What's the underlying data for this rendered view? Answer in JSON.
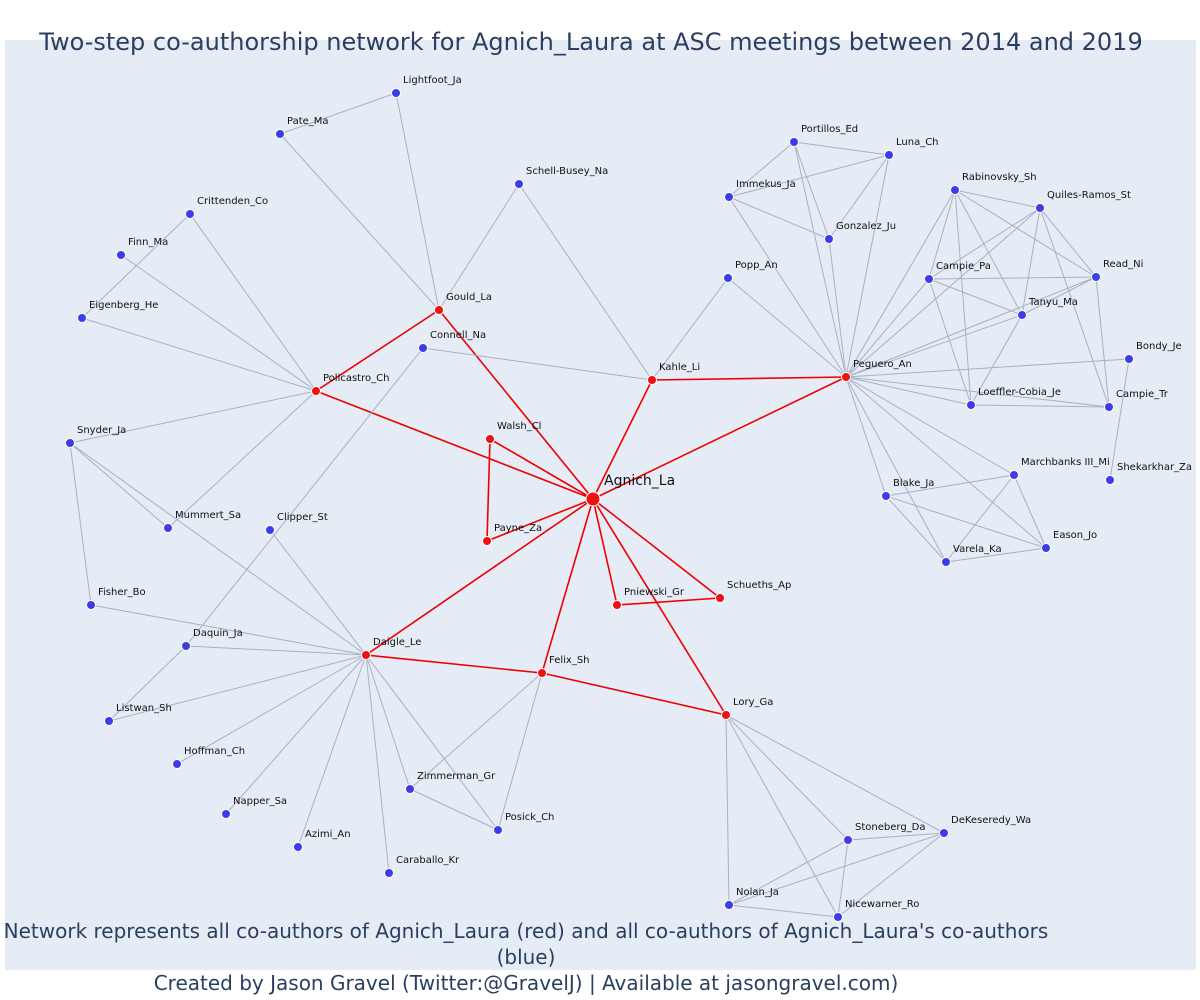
{
  "title": "Two-step co-authorship network for Agnich_Laura at ASC meetings between 2014 and 2019",
  "footer": {
    "line1": "Network represents all co-authors of Agnich_Laura (red) and all co-authors of Agnich_Laura's co-authors (blue)",
    "line2": "Created by Jason Gravel (Twitter:@GravelJ) | Available at jasongravel.com)"
  },
  "colors": {
    "focal": "#ee1111",
    "coauthor": "#ee1111",
    "second": "#3c3ce8",
    "edge_red": "#ee0000",
    "edge_grey": "#aab0c2",
    "background": "#e5ecf6"
  },
  "nodes": [
    {
      "id": "Agnich_La",
      "group": "focal"
    },
    {
      "id": "Gould_La",
      "group": "coauthor"
    },
    {
      "id": "Policastro_Ch",
      "group": "coauthor"
    },
    {
      "id": "Kahle_Li",
      "group": "coauthor"
    },
    {
      "id": "Peguero_An",
      "group": "coauthor"
    },
    {
      "id": "Walsh_Cl",
      "group": "coauthor"
    },
    {
      "id": "Payne_Za",
      "group": "coauthor"
    },
    {
      "id": "Pniewski_Gr",
      "group": "coauthor"
    },
    {
      "id": "Schueths_Ap",
      "group": "coauthor"
    },
    {
      "id": "Daigle_Le",
      "group": "coauthor"
    },
    {
      "id": "Felix_Sh",
      "group": "coauthor"
    },
    {
      "id": "Lory_Ga",
      "group": "coauthor"
    },
    {
      "id": "Lightfoot_Ja",
      "group": "second"
    },
    {
      "id": "Pate_Ma",
      "group": "second"
    },
    {
      "id": "Schell-Busey_Na",
      "group": "second"
    },
    {
      "id": "Crittenden_Co",
      "group": "second"
    },
    {
      "id": "Finn_Ma",
      "group": "second"
    },
    {
      "id": "Eigenberg_He",
      "group": "second"
    },
    {
      "id": "Connell_Na",
      "group": "second"
    },
    {
      "id": "Snyder_Ja",
      "group": "second"
    },
    {
      "id": "Mummert_Sa",
      "group": "second"
    },
    {
      "id": "Clipper_St",
      "group": "second"
    },
    {
      "id": "Fisher_Bo",
      "group": "second"
    },
    {
      "id": "Daquin_Ja",
      "group": "second"
    },
    {
      "id": "Listwan_Sh",
      "group": "second"
    },
    {
      "id": "Hoffman_Ch",
      "group": "second"
    },
    {
      "id": "Napper_Sa",
      "group": "second"
    },
    {
      "id": "Azimi_An",
      "group": "second"
    },
    {
      "id": "Caraballo_Kr",
      "group": "second"
    },
    {
      "id": "Zimmerman_Gr",
      "group": "second"
    },
    {
      "id": "Posick_Ch",
      "group": "second"
    },
    {
      "id": "Portillos_Ed",
      "group": "second"
    },
    {
      "id": "Luna_Ch",
      "group": "second"
    },
    {
      "id": "Immekus_Ja",
      "group": "second"
    },
    {
      "id": "Gonzalez_Ju",
      "group": "second"
    },
    {
      "id": "Popp_An",
      "group": "second"
    },
    {
      "id": "Rabinovsky_Sh",
      "group": "second"
    },
    {
      "id": "Quiles-Ramos_St",
      "group": "second"
    },
    {
      "id": "Campie_Pa",
      "group": "second"
    },
    {
      "id": "Read_Ni",
      "group": "second"
    },
    {
      "id": "Tanyu_Ma",
      "group": "second"
    },
    {
      "id": "Bondy_Je",
      "group": "second"
    },
    {
      "id": "Loeffler-Cobia_Je",
      "group": "second"
    },
    {
      "id": "Campie_Tr",
      "group": "second"
    },
    {
      "id": "Marchbanks III_Mi",
      "group": "second"
    },
    {
      "id": "Shekarkhar_Za",
      "group": "second"
    },
    {
      "id": "Blake_Ja",
      "group": "second"
    },
    {
      "id": "Eason_Jo",
      "group": "second"
    },
    {
      "id": "Varela_Ka",
      "group": "second"
    },
    {
      "id": "Stoneberg_Da",
      "group": "second"
    },
    {
      "id": "DeKeseredy_Wa",
      "group": "second"
    },
    {
      "id": "Nolan_Ja",
      "group": "second"
    },
    {
      "id": "Nicewarner_Ro",
      "group": "second"
    }
  ],
  "edges": [
    [
      "Agnich_La",
      "Gould_La"
    ],
    [
      "Agnich_La",
      "Policastro_Ch"
    ],
    [
      "Agnich_La",
      "Kahle_Li"
    ],
    [
      "Agnich_La",
      "Peguero_An"
    ],
    [
      "Agnich_La",
      "Walsh_Cl"
    ],
    [
      "Agnich_La",
      "Payne_Za"
    ],
    [
      "Agnich_La",
      "Pniewski_Gr"
    ],
    [
      "Agnich_La",
      "Schueths_Ap"
    ],
    [
      "Agnich_La",
      "Daigle_Le"
    ],
    [
      "Agnich_La",
      "Felix_Sh"
    ],
    [
      "Agnich_La",
      "Lory_Ga"
    ],
    [
      "Gould_La",
      "Policastro_Ch"
    ],
    [
      "Kahle_Li",
      "Peguero_An"
    ],
    [
      "Walsh_Cl",
      "Payne_Za"
    ],
    [
      "Pniewski_Gr",
      "Schueths_Ap"
    ],
    [
      "Daigle_Le",
      "Felix_Sh"
    ],
    [
      "Felix_Sh",
      "Lory_Ga"
    ],
    [
      "Gould_La",
      "Lightfoot_Ja"
    ],
    [
      "Gould_La",
      "Pate_Ma"
    ],
    [
      "Gould_La",
      "Schell-Busey_Na"
    ],
    [
      "Pate_Ma",
      "Lightfoot_Ja"
    ],
    [
      "Schell-Busey_Na",
      "Kahle_Li"
    ],
    [
      "Connell_Na",
      "Kahle_Li"
    ],
    [
      "Connell_Na",
      "Daquin_Ja"
    ],
    [
      "Policastro_Ch",
      "Crittenden_Co"
    ],
    [
      "Policastro_Ch",
      "Finn_Ma"
    ],
    [
      "Policastro_Ch",
      "Eigenberg_He"
    ],
    [
      "Policastro_Ch",
      "Snyder_Ja"
    ],
    [
      "Policastro_Ch",
      "Mummert_Sa"
    ],
    [
      "Crittenden_Co",
      "Eigenberg_He"
    ],
    [
      "Snyder_Ja",
      "Fisher_Bo"
    ],
    [
      "Snyder_Ja",
      "Daigle_Le"
    ],
    [
      "Mummert_Sa",
      "Snyder_Ja"
    ],
    [
      "Daigle_Le",
      "Clipper_St"
    ],
    [
      "Daigle_Le",
      "Fisher_Bo"
    ],
    [
      "Daigle_Le",
      "Daquin_Ja"
    ],
    [
      "Daigle_Le",
      "Listwan_Sh"
    ],
    [
      "Daigle_Le",
      "Hoffman_Ch"
    ],
    [
      "Daigle_Le",
      "Napper_Sa"
    ],
    [
      "Daigle_Le",
      "Azimi_An"
    ],
    [
      "Daigle_Le",
      "Caraballo_Kr"
    ],
    [
      "Daigle_Le",
      "Zimmerman_Gr"
    ],
    [
      "Daigle_Le",
      "Posick_Ch"
    ],
    [
      "Daquin_Ja",
      "Listwan_Sh"
    ],
    [
      "Felix_Sh",
      "Zimmerman_Gr"
    ],
    [
      "Felix_Sh",
      "Posick_Ch"
    ],
    [
      "Zimmerman_Gr",
      "Posick_Ch"
    ],
    [
      "Kahle_Li",
      "Popp_An"
    ],
    [
      "Peguero_An",
      "Popp_An"
    ],
    [
      "Peguero_An",
      "Portillos_Ed"
    ],
    [
      "Peguero_An",
      "Luna_Ch"
    ],
    [
      "Peguero_An",
      "Immekus_Ja"
    ],
    [
      "Peguero_An",
      "Gonzalez_Ju"
    ],
    [
      "Portillos_Ed",
      "Luna_Ch"
    ],
    [
      "Portillos_Ed",
      "Immekus_Ja"
    ],
    [
      "Portillos_Ed",
      "Gonzalez_Ju"
    ],
    [
      "Luna_Ch",
      "Immekus_Ja"
    ],
    [
      "Luna_Ch",
      "Gonzalez_Ju"
    ],
    [
      "Immekus_Ja",
      "Gonzalez_Ju"
    ],
    [
      "Peguero_An",
      "Rabinovsky_Sh"
    ],
    [
      "Peguero_An",
      "Quiles-Ramos_St"
    ],
    [
      "Peguero_An",
      "Campie_Pa"
    ],
    [
      "Peguero_An",
      "Read_Ni"
    ],
    [
      "Peguero_An",
      "Tanyu_Ma"
    ],
    [
      "Peguero_An",
      "Bondy_Je"
    ],
    [
      "Peguero_An",
      "Loeffler-Cobia_Je"
    ],
    [
      "Peguero_An",
      "Campie_Tr"
    ],
    [
      "Peguero_An",
      "Marchbanks III_Mi"
    ],
    [
      "Peguero_An",
      "Blake_Ja"
    ],
    [
      "Peguero_An",
      "Eason_Jo"
    ],
    [
      "Peguero_An",
      "Varela_Ka"
    ],
    [
      "Rabinovsky_Sh",
      "Quiles-Ramos_St"
    ],
    [
      "Rabinovsky_Sh",
      "Campie_Pa"
    ],
    [
      "Rabinovsky_Sh",
      "Read_Ni"
    ],
    [
      "Rabinovsky_Sh",
      "Tanyu_Ma"
    ],
    [
      "Rabinovsky_Sh",
      "Loeffler-Cobia_Je"
    ],
    [
      "Quiles-Ramos_St",
      "Campie_Pa"
    ],
    [
      "Quiles-Ramos_St",
      "Read_Ni"
    ],
    [
      "Quiles-Ramos_St",
      "Tanyu_Ma"
    ],
    [
      "Quiles-Ramos_St",
      "Campie_Tr"
    ],
    [
      "Campie_Pa",
      "Read_Ni"
    ],
    [
      "Campie_Pa",
      "Tanyu_Ma"
    ],
    [
      "Campie_Pa",
      "Loeffler-Cobia_Je"
    ],
    [
      "Read_Ni",
      "Tanyu_Ma"
    ],
    [
      "Read_Ni",
      "Campie_Tr"
    ],
    [
      "Tanyu_Ma",
      "Loeffler-Cobia_Je"
    ],
    [
      "Loeffler-Cobia_Je",
      "Campie_Tr"
    ],
    [
      "Bondy_Je",
      "Shekarkhar_Za"
    ],
    [
      "Marchbanks III_Mi",
      "Blake_Ja"
    ],
    [
      "Marchbanks III_Mi",
      "Varela_Ka"
    ],
    [
      "Marchbanks III_Mi",
      "Eason_Jo"
    ],
    [
      "Blake_Ja",
      "Varela_Ka"
    ],
    [
      "Blake_Ja",
      "Eason_Jo"
    ],
    [
      "Varela_Ka",
      "Eason_Jo"
    ],
    [
      "Lory_Ga",
      "Stoneberg_Da"
    ],
    [
      "Lory_Ga",
      "DeKeseredy_Wa"
    ],
    [
      "Lory_Ga",
      "Nolan_Ja"
    ],
    [
      "Lory_Ga",
      "Nicewarner_Ro"
    ],
    [
      "Stoneberg_Da",
      "DeKeseredy_Wa"
    ],
    [
      "Stoneberg_Da",
      "Nolan_Ja"
    ],
    [
      "Stoneberg_Da",
      "Nicewarner_Ro"
    ],
    [
      "DeKeseredy_Wa",
      "Nolan_Ja"
    ],
    [
      "DeKeseredy_Wa",
      "Nicewarner_Ro"
    ],
    [
      "Nolan_Ja",
      "Nicewarner_Ro"
    ]
  ]
}
